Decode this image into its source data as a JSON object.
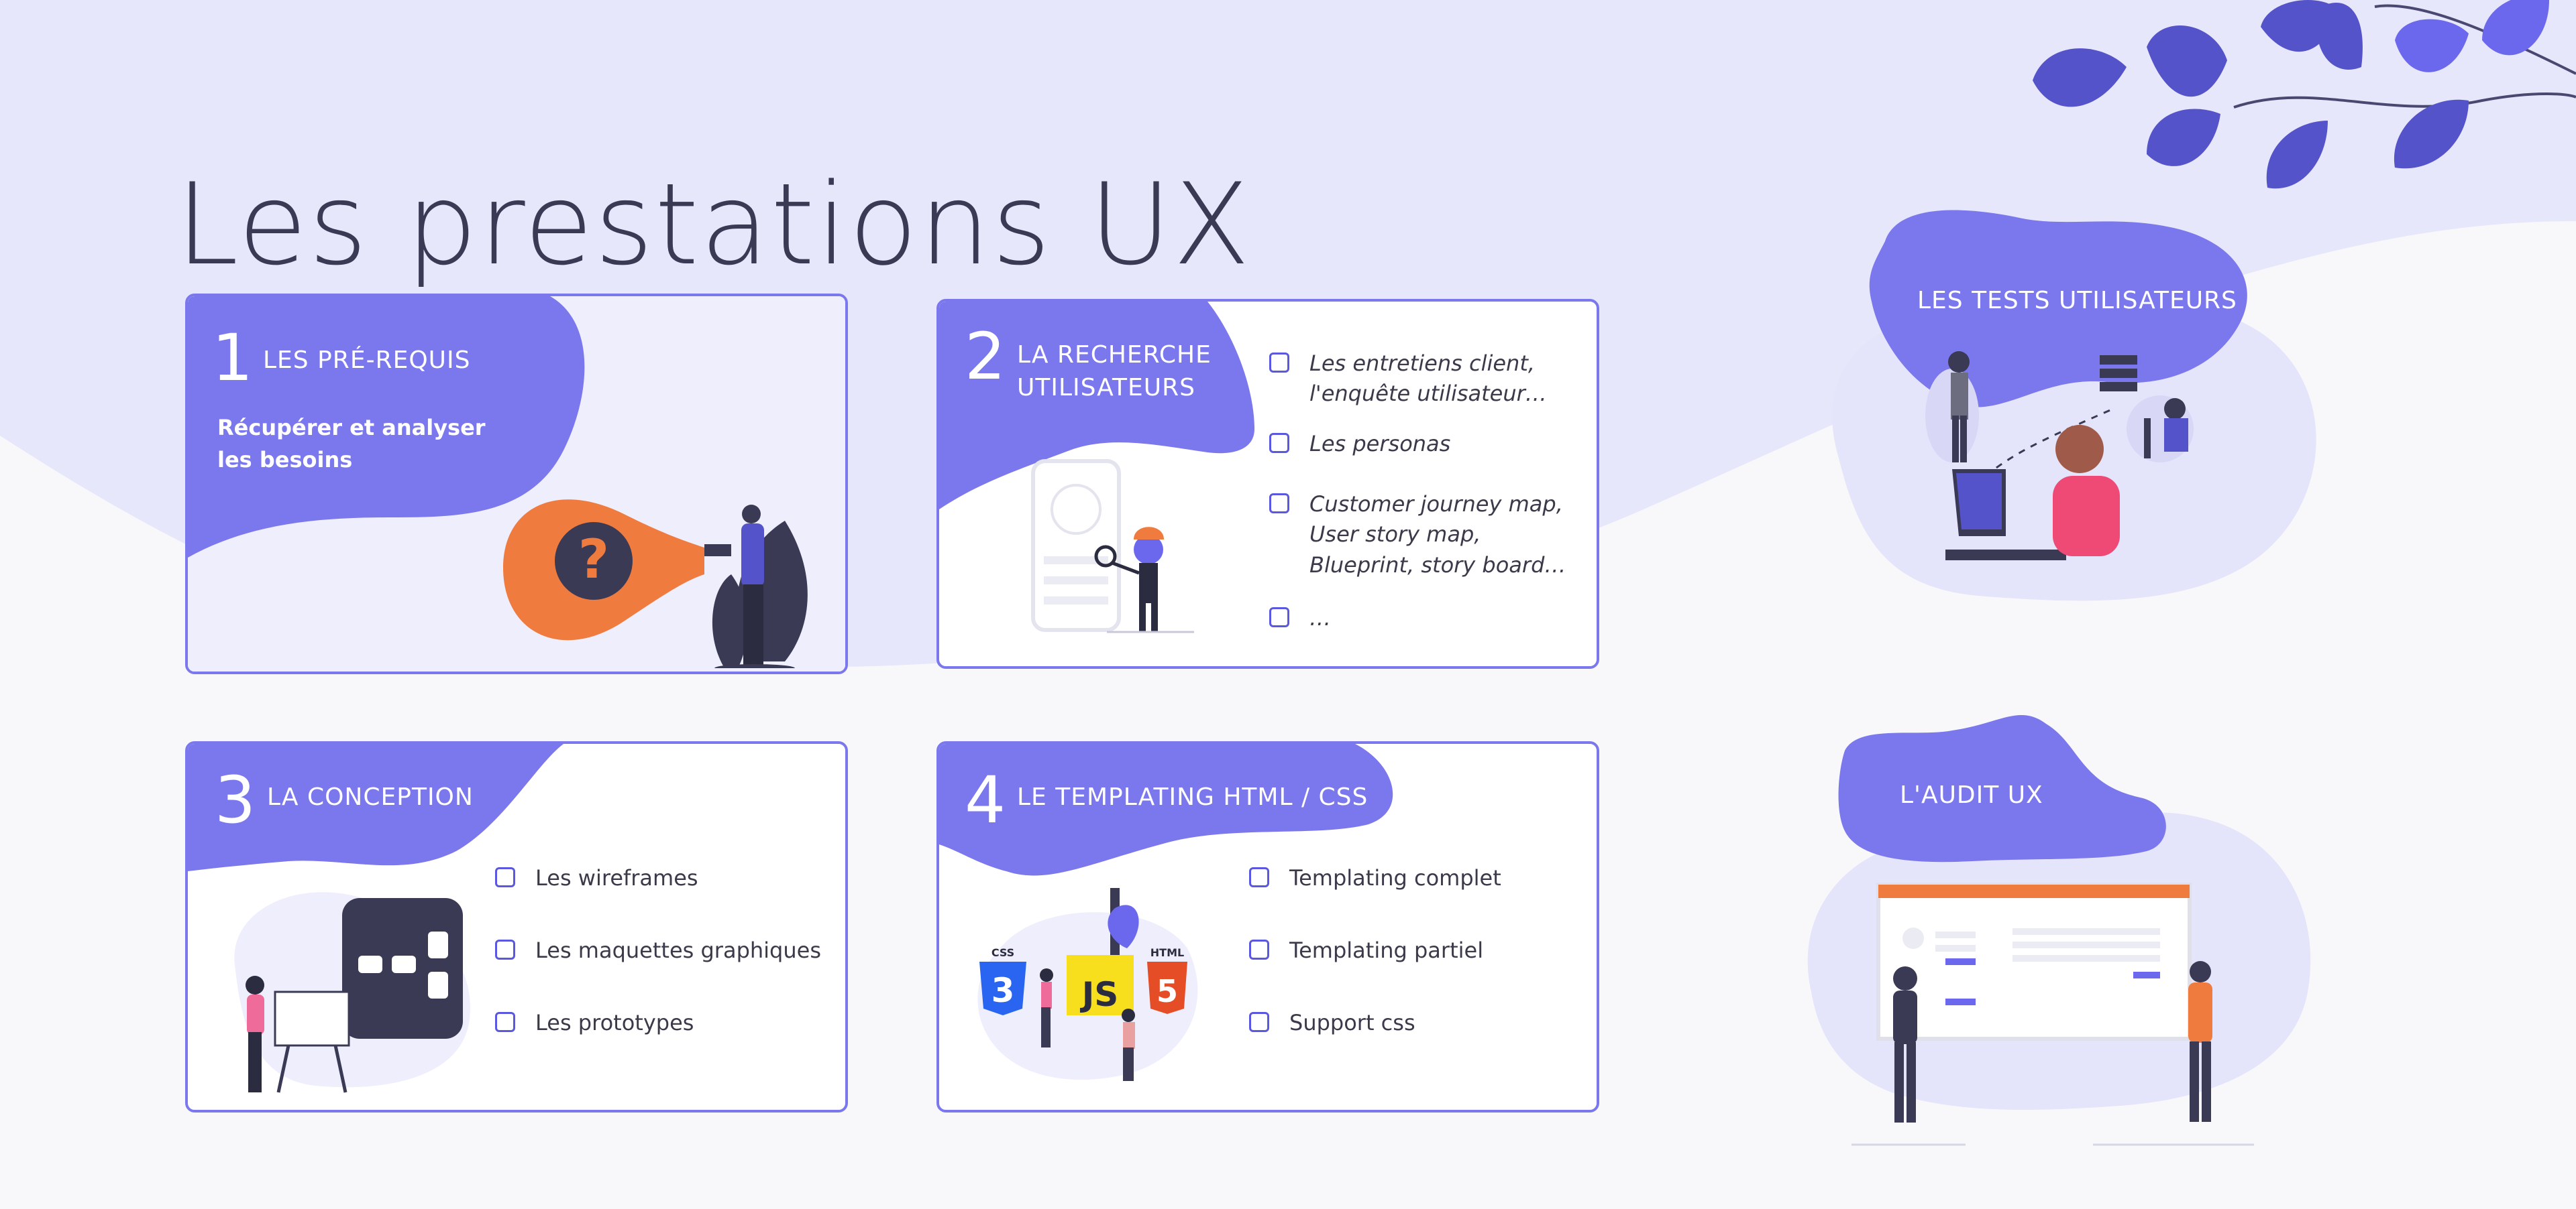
{
  "title": "Les prestations UX",
  "colors": {
    "accent": "#7b78ee",
    "accent_dark": "#5b58e0",
    "background_light": "#e8e9fb",
    "orange": "#f07b3f"
  },
  "cards": [
    {
      "number": "1",
      "title": "LES PRÉ-REQUIS",
      "subtitle": "Récupérer et analyser\nles besoins",
      "illustration": "woman-with-megaphone-question-illustration"
    },
    {
      "number": "2",
      "title": "LA RECHERCHE\nUTILISATEURS",
      "illustration": "phone-magnifier-illustration",
      "items": [
        "Les entretiens client,\nl'enquête utilisateur…",
        "Les personas",
        "Customer journey map,\nUser story map,\nBlueprint, story board…",
        "…"
      ]
    },
    {
      "number": "3",
      "title": "LA CONCEPTION",
      "illustration": "wireframe-tablet-illustration",
      "items": [
        "Les wireframes",
        "Les maquettes graphiques",
        "Les prototypes"
      ]
    },
    {
      "number": "4",
      "title": "LE TEMPLATING HTML / CSS",
      "illustration": "html-css-js-logos-illustration",
      "items": [
        "Templating complet",
        "Templating partiel",
        "Support css"
      ]
    }
  ],
  "side_sections": [
    {
      "label": "LES TESTS UTILISATEURS",
      "illustration": "user-testing-illustration"
    },
    {
      "label": "L'AUDIT UX",
      "illustration": "ux-audit-board-illustration"
    }
  ]
}
